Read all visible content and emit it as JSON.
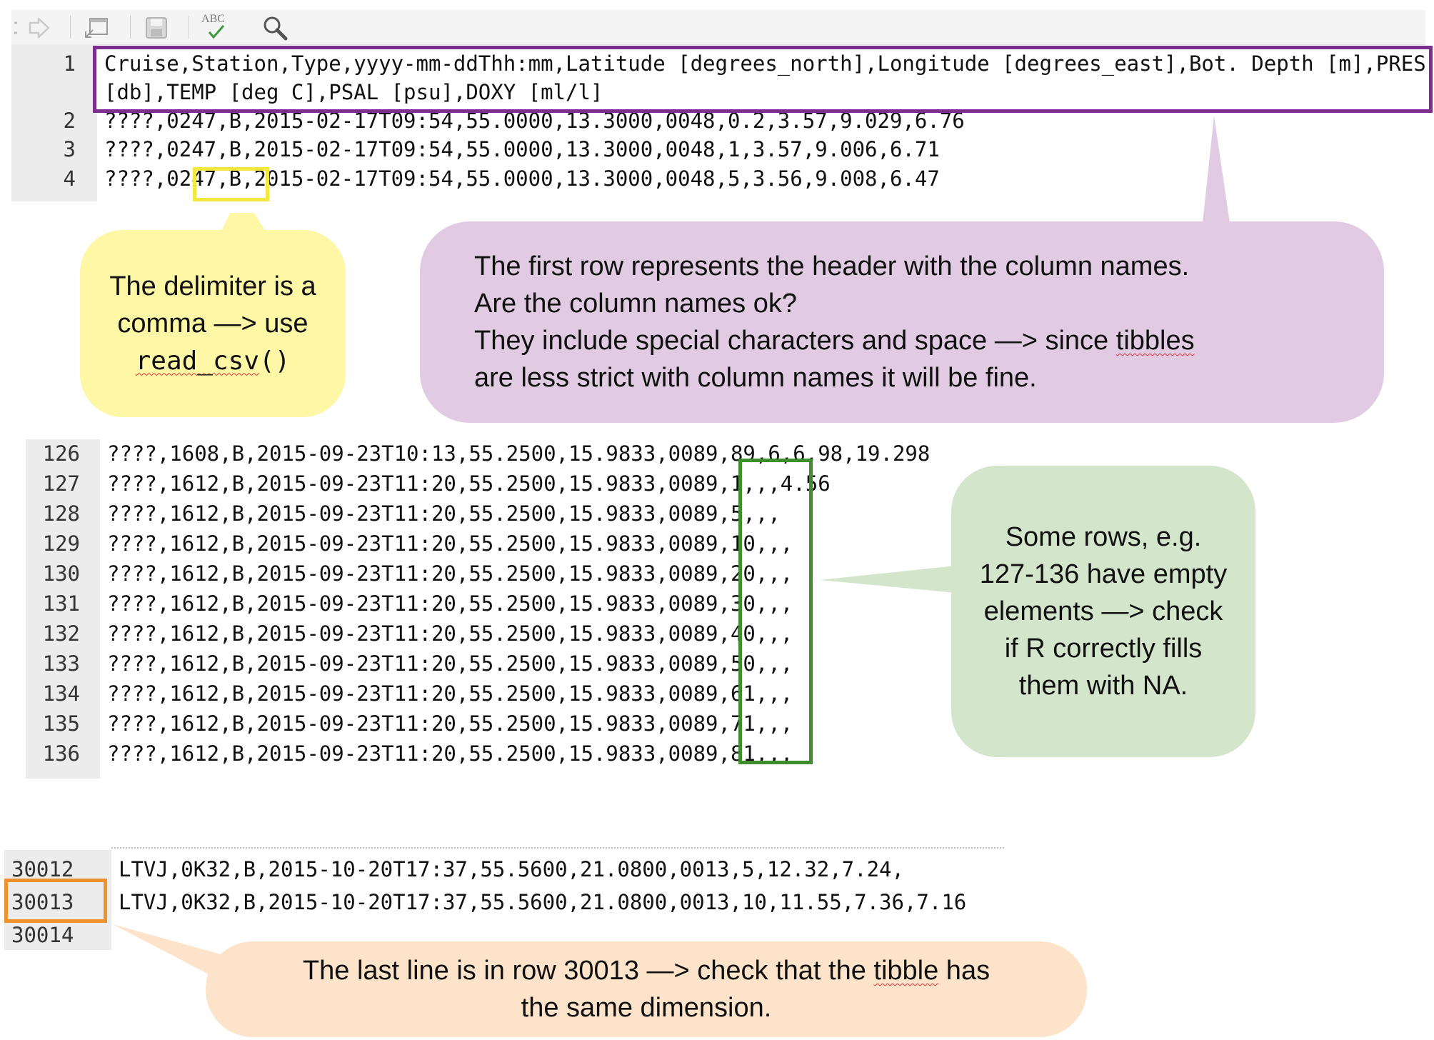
{
  "toolbar": {
    "spellcheck_label": "ABC"
  },
  "editor_top": {
    "lines": [
      {
        "num": "1",
        "text": "Cruise,Station,Type,yyyy-mm-ddThh:mm,Latitude [degrees_north],Longitude [degrees_east],Bot. Depth [m],PRES"
      },
      {
        "num": "",
        "text": "[db],TEMP [deg C],PSAL [psu],DOXY [ml/l]"
      },
      {
        "num": "2",
        "text": "????,0247,B,2015-02-17T09:54,55.0000,13.3000,0048,0.2,3.57,9.029,6.76"
      },
      {
        "num": "3",
        "text": "????,0247,B,2015-02-17T09:54,55.0000,13.3000,0048,1,3.57,9.006,6.71"
      },
      {
        "num": "4",
        "text": "????,0247,B,2015-02-17T09:54,55.0000,13.3000,0048,5,3.56,9.008,6.47"
      }
    ]
  },
  "editor_middle": {
    "lines": [
      {
        "num": "126",
        "text": "????,1608,B,2015-09-23T10:13,55.2500,15.9833,0089,89,6,6.98,19.298"
      },
      {
        "num": "127",
        "text": "????,1612,B,2015-09-23T11:20,55.2500,15.9833,0089,1,,,4.56"
      },
      {
        "num": "128",
        "text": "????,1612,B,2015-09-23T11:20,55.2500,15.9833,0089,5,,,"
      },
      {
        "num": "129",
        "text": "????,1612,B,2015-09-23T11:20,55.2500,15.9833,0089,10,,,"
      },
      {
        "num": "130",
        "text": "????,1612,B,2015-09-23T11:20,55.2500,15.9833,0089,20,,,"
      },
      {
        "num": "131",
        "text": "????,1612,B,2015-09-23T11:20,55.2500,15.9833,0089,30,,,"
      },
      {
        "num": "132",
        "text": "????,1612,B,2015-09-23T11:20,55.2500,15.9833,0089,40,,,"
      },
      {
        "num": "133",
        "text": "????,1612,B,2015-09-23T11:20,55.2500,15.9833,0089,50,,,"
      },
      {
        "num": "134",
        "text": "????,1612,B,2015-09-23T11:20,55.2500,15.9833,0089,61,,,"
      },
      {
        "num": "135",
        "text": "????,1612,B,2015-09-23T11:20,55.2500,15.9833,0089,71,,,"
      },
      {
        "num": "136",
        "text": "????,1612,B,2015-09-23T11:20,55.2500,15.9833,0089,81,,,"
      }
    ]
  },
  "editor_bottom": {
    "lines": [
      {
        "num": "30012",
        "text": "LTVJ,0K32,B,2015-10-20T17:37,55.5600,21.0800,0013,5,12.32,7.24,"
      },
      {
        "num": "30013",
        "text": "LTVJ,0K32,B,2015-10-20T17:37,55.5600,21.0800,0013,10,11.55,7.36,7.16"
      },
      {
        "num": "30014",
        "text": ""
      }
    ]
  },
  "annotations": {
    "delimiter": {
      "line1": "The delimiter is a",
      "line2": "comma —> use",
      "code": "read_csv",
      "parens": "()"
    },
    "header": {
      "line1": "The first row represents the header with the column names.",
      "line2": "Are the column names ok?",
      "line3a": "They include special characters and space —> since ",
      "line3b": "tibbles",
      "line4": "are less strict with column names it will be fine."
    },
    "empty": {
      "text": "Some rows, e.g.\n127-136 have empty\nelements —> check\nif R correctly fills\nthem with NA."
    },
    "last": {
      "line1a": "The last line is in row 30013 —> check that the ",
      "line1b": "tibble",
      "line1c": " has",
      "line2": "the same dimension."
    }
  },
  "colors": {
    "purple": "#7b2f8e",
    "yellow": "#f2e840",
    "green": "#3f8f2f",
    "orange": "#f0922b",
    "bubble_yellow": "#fdf7a6",
    "bubble_purple": "#e1cbe3",
    "bubble_green": "#d3e6cc",
    "bubble_orange": "#fce3c9"
  }
}
